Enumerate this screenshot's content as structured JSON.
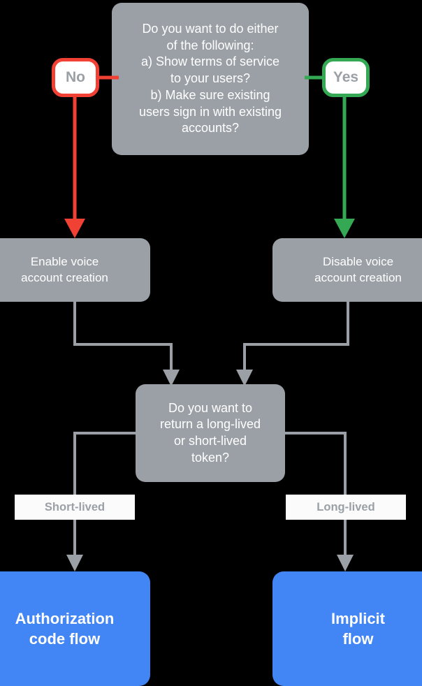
{
  "diagram": {
    "title": "Voice account creation and token flow decision chart",
    "colors": {
      "background": "#000000",
      "gray_node": "#9aa0a6",
      "blue_node": "#4285f4",
      "no_branch": "#f04134",
      "yes_branch": "#34a853",
      "connector": "#9aa0a6",
      "node_text": "#ffffff",
      "pill_text": "#9aa0a6",
      "pill_fill": "#ffffff",
      "edge_label_fill": "#fbfbfb"
    },
    "nodes": {
      "question_top": {
        "id": "question-top",
        "type": "decision",
        "text": "Do you want to do either\nof the following:\na) Show terms of service\nto your users?\nb) Make sure existing\nusers sign in with existing\naccounts?"
      },
      "answer_no": {
        "id": "answer-no",
        "type": "answer",
        "text": "No"
      },
      "answer_yes": {
        "id": "answer-yes",
        "type": "answer",
        "text": "Yes"
      },
      "enable_voice": {
        "id": "enable-voice-account-creation",
        "type": "action",
        "text": "Enable voice\naccount creation"
      },
      "disable_voice": {
        "id": "disable-voice-account-creation",
        "type": "action",
        "text": "Disable voice\naccount creation"
      },
      "question_token": {
        "id": "question-token",
        "type": "decision",
        "text": "Do you want to\nreturn a long-lived\nor short-lived\ntoken?"
      },
      "label_short_lived": {
        "id": "edge-label-short-lived",
        "type": "edge-label",
        "text": "Short-lived"
      },
      "label_long_lived": {
        "id": "edge-label-long-lived",
        "type": "edge-label",
        "text": "Long-lived"
      },
      "authorization_code_flow": {
        "id": "authorization-code-flow",
        "type": "outcome",
        "text": "Authorization\ncode flow"
      },
      "implicit_flow": {
        "id": "implicit-flow",
        "type": "outcome",
        "text": "Implicit\nflow"
      }
    },
    "edges": [
      {
        "from": "question_top",
        "to": "answer_no",
        "label": "No",
        "color": "#f04134"
      },
      {
        "from": "answer_no",
        "to": "enable_voice",
        "label": "",
        "color": "#f04134"
      },
      {
        "from": "question_top",
        "to": "answer_yes",
        "label": "Yes",
        "color": "#34a853"
      },
      {
        "from": "answer_yes",
        "to": "disable_voice",
        "label": "",
        "color": "#34a853"
      },
      {
        "from": "enable_voice",
        "to": "question_token",
        "label": "",
        "color": "#9aa0a6"
      },
      {
        "from": "disable_voice",
        "to": "question_token",
        "label": "",
        "color": "#9aa0a6"
      },
      {
        "from": "question_token",
        "to": "authorization_code_flow",
        "label": "Short-lived",
        "color": "#9aa0a6"
      },
      {
        "from": "question_token",
        "to": "implicit_flow",
        "label": "Long-lived",
        "color": "#9aa0a6"
      }
    ]
  }
}
